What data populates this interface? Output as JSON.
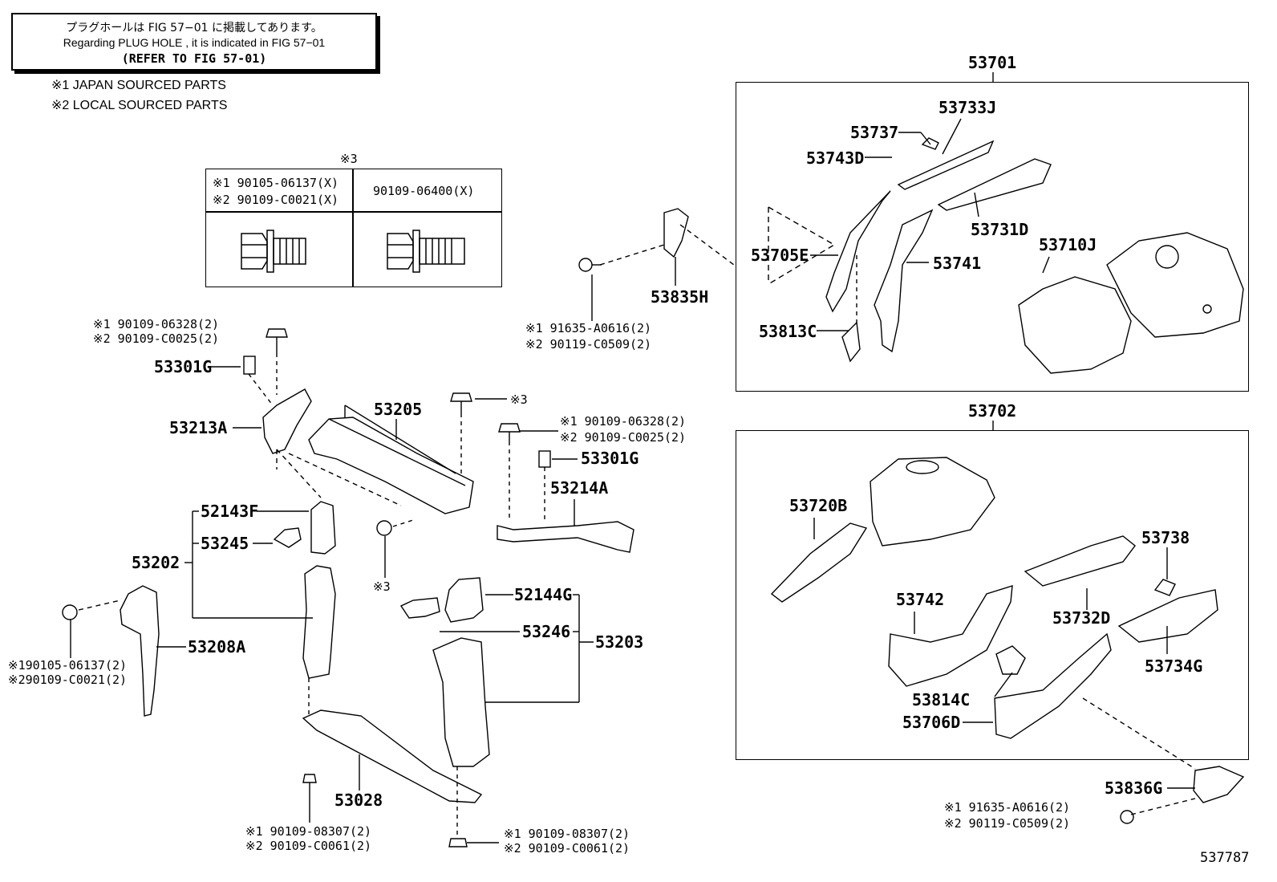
{
  "plug_hole_note": {
    "line_jp": "プラグホールは FIG 57−01 に掲載してあります。",
    "line_en": "Regarding PLUG HOLE , it is indicated in FIG 57−01",
    "line_ref": "(REFER TO FIG 57-01)"
  },
  "legend": {
    "item1": "※1  JAPAN SOURCED PARTS",
    "item2": "※2  LOCAL SOURCED PARTS"
  },
  "fastener_table": {
    "marker": "※3",
    "left_top": "※1 90105-06137(X)",
    "left_bottom": "※2 90109-C0021(X)",
    "right": "90109-06400(X)"
  },
  "assemblies": {
    "upper": "53701",
    "lower": "53702"
  },
  "part_labels": {
    "p53733J": "53733J",
    "p53737": "53737",
    "p53743D": "53743D",
    "p53731D": "53731D",
    "p53710J": "53710J",
    "p53705E": "53705E",
    "p53741": "53741",
    "p53813C": "53813C",
    "p53835H": "53835H",
    "p53720B": "53720B",
    "p53738": "53738",
    "p53742": "53742",
    "p53732D": "53732D",
    "p53734G": "53734G",
    "p53814C": "53814C",
    "p53706D": "53706D",
    "p53836G": "53836G",
    "p53301G_a": "53301G",
    "p53213A": "53213A",
    "p53205": "53205",
    "p53301G_b": "53301G",
    "p53214A": "53214A",
    "p52143F": "52143F",
    "p53245": "53245",
    "p53202": "53202",
    "p53208A": "53208A",
    "p52144G": "52144G",
    "p53246": "53246",
    "p53203": "53203",
    "p53028": "53028"
  },
  "bolt_callouts": {
    "b1a": "※1 90109-06328(2)",
    "b1b": "※2 90109-C0025(2)",
    "b2a": "※1 91635-A0616(2)",
    "b2b": "※2 90119-C0509(2)",
    "b3": "※3",
    "b4a": "※1 90109-06328(2)",
    "b4b": "※2 90109-C0025(2)",
    "b5": "※3",
    "b6a": "※190105-06137(2)",
    "b6b": "※290109-C0021(2)",
    "b7a": "※1 90109-08307(2)",
    "b7b": "※2 90109-C0061(2)",
    "b8a": "※1 90109-08307(2)",
    "b8b": "※2 90109-C0061(2)",
    "b9a": "※1 91635-A0616(2)",
    "b9b": "※2 90119-C0509(2)"
  },
  "figure_id": "537787"
}
